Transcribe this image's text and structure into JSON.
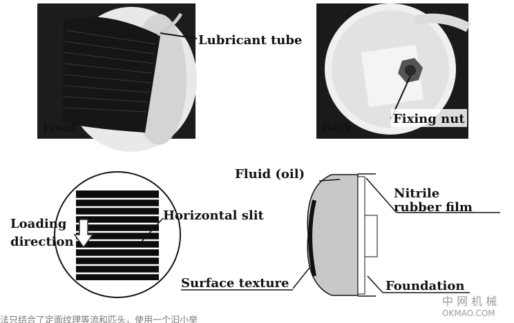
{
  "photos": {
    "front": {
      "label": "Front",
      "callout": "Lubricant tube"
    },
    "back": {
      "label": "Back",
      "callout": "Fixing nut"
    }
  },
  "diagram": {
    "loading_label_1": "Loading",
    "loading_label_2": "direction",
    "horizontal_slit": "Horizontal slit",
    "fluid": "Fluid (oil)",
    "nitrile_1": "Nitrile",
    "nitrile_2": "rubber film",
    "surface_texture": "Surface texture",
    "foundation": "Foundation"
  },
  "watermark": {
    "cn": "中 网 机 械",
    "en": "OKMAO.COM"
  },
  "caption_fragment": "法只结合了定面纹理等流和匹头，使用一个汩小举"
}
